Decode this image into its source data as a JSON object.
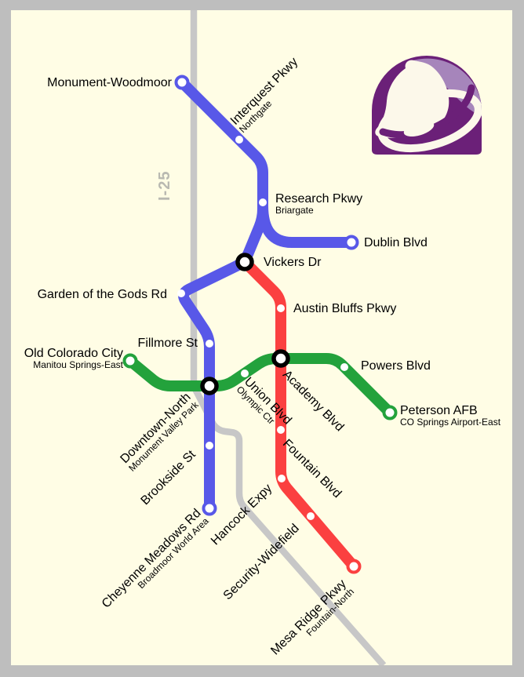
{
  "map": {
    "road_label": "I-25",
    "colors": {
      "background": "#FFFDE5",
      "frame": "#BEBEBE",
      "road": "#C7C7C7",
      "road_label_gray": "#B9B9B1",
      "blue_line": "#5858E8",
      "red_line": "#FB4040",
      "green_line": "#23A23C",
      "logo_dark_purple": "#6B2078",
      "logo_light_purple": "#A685BB"
    },
    "stations": {
      "monument_woodmoor": {
        "name": "Monument-Woodmoor"
      },
      "interquest": {
        "name": "Interquest Pkwy",
        "sub": "Northgate"
      },
      "research": {
        "name": "Research Pkwy",
        "sub": "Briargate"
      },
      "dublin": {
        "name": "Dublin Blvd"
      },
      "vickers": {
        "name": "Vickers Dr"
      },
      "garden_of_the_gods": {
        "name": "Garden of the Gods Rd"
      },
      "austin_bluffs": {
        "name": "Austin Bluffs Pkwy"
      },
      "fillmore": {
        "name": "Fillmore St"
      },
      "old_colorado_city": {
        "name": "Old Colorado City",
        "sub": "Manitou Springs-East"
      },
      "union_blvd": {
        "name": "Union Blvd",
        "sub": "Olympic Ctr"
      },
      "academy_blvd": {
        "name": "Academy Blvd"
      },
      "powers_blvd": {
        "name": "Powers Blvd"
      },
      "peterson_afb": {
        "name": "Peterson AFB",
        "sub": "CO Springs Airport-East"
      },
      "downtown_north": {
        "name": "Downtown-North",
        "sub": "Monument Valley Park"
      },
      "brookside": {
        "name": "Brookside St"
      },
      "cheyenne_meadows": {
        "name": "Cheyenne Meadows Rd",
        "sub": "Broadmoor World Area"
      },
      "fountain_blvd": {
        "name": "Fountain Blvd"
      },
      "hancock": {
        "name": "Hancock Expy"
      },
      "security_widefield": {
        "name": "Security-Widefield"
      },
      "mesa_ridge": {
        "name": "Mesa Ridge Pkwy",
        "sub": "Fountain-North"
      }
    }
  }
}
